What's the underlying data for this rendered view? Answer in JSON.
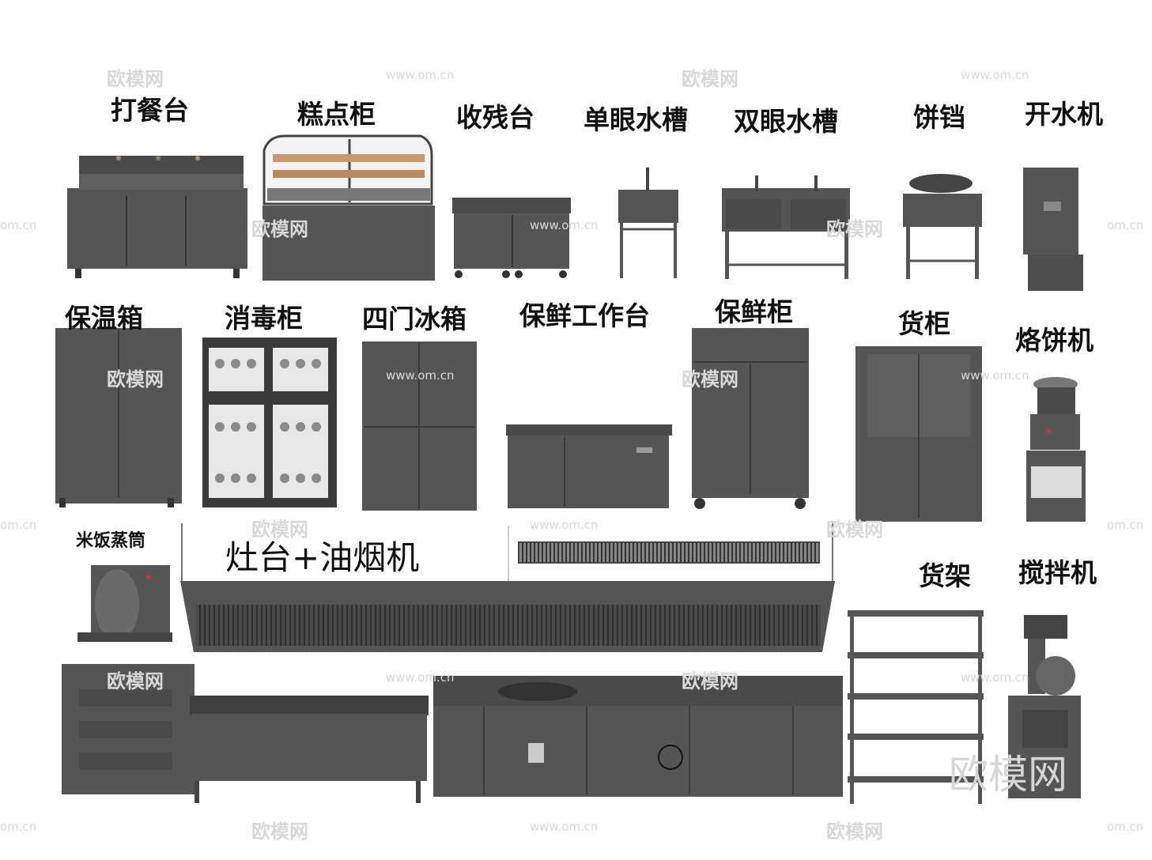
{
  "labels": {
    "serving_counter": "打餐台",
    "pastry_cabinet": "糕点柜",
    "dish_return_table": "收残台",
    "single_sink": "单眼水槽",
    "double_sink": "双眼水槽",
    "pancake_pan": "饼铛",
    "water_boiler": "开水机",
    "warming_cabinet": "保温箱",
    "disinfection_cabinet": "消毒柜",
    "four_door_fridge": "四门冰箱",
    "chilled_worktable": "保鲜工作台",
    "fresh_cabinet": "保鲜柜",
    "goods_cabinet": "货柜",
    "pancake_machine": "烙饼机",
    "rice_steamer": "米饭蒸筒",
    "stove_hood": "灶台+油烟机",
    "shelf_rack": "货架",
    "mixer": "搅拌机"
  },
  "watermark": {
    "brand": "欧模网",
    "url": "www.om.cn",
    "url_short": "om.cn",
    "big": "欧模网"
  },
  "colors": {
    "equipment": "#555555",
    "equipment_dark": "#3f3f3f",
    "equipment_light": "#6b6b6b",
    "background": "#ffffff",
    "watermark": "#d8d8d8"
  }
}
